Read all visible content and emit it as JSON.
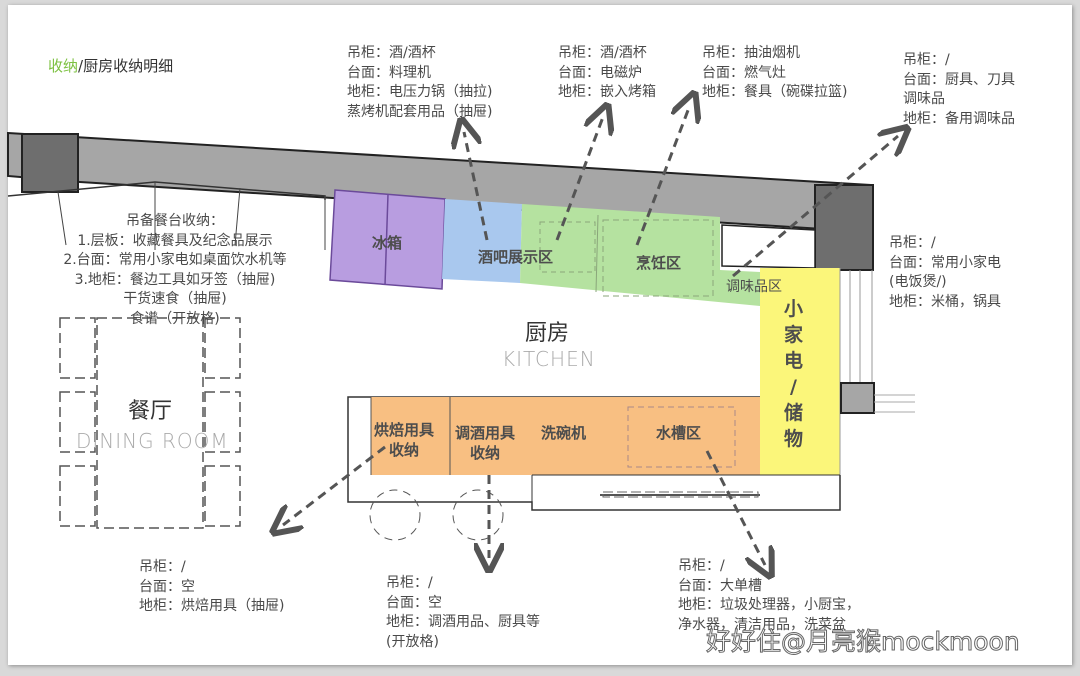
{
  "title": {
    "accent": "收纳",
    "rest": "/厨房收纳明细"
  },
  "rooms": {
    "kitchen": {
      "cn": "厨房",
      "en": "KITCHEN"
    },
    "dining": {
      "cn": "餐厅",
      "en": "DINING ROOM"
    }
  },
  "zones": {
    "fridge": "冰箱",
    "bar_display": "酒吧展示区",
    "cooking": "烹饪区",
    "seasoning": "调味品区",
    "appliance_storage": [
      "小",
      "家",
      "电",
      "/",
      "储",
      "物"
    ],
    "baking_storage": [
      "烘焙用具",
      "收纳"
    ],
    "bar_tools_storage": [
      "调酒用具",
      "收纳"
    ],
    "dishwasher": "洗碗机",
    "sink": "水槽区"
  },
  "dining_note": {
    "lines": [
      "吊备餐台收纳：",
      "1.层板：收藏餐具及纪念品展示",
      "2.台面：常用小家电如桌面饮水机等",
      "3.地柜：餐边工具如牙签（抽屉)",
      "干货速食（抽屉)",
      "食谱（开放格)"
    ]
  },
  "callouts": {
    "bar_display": [
      "吊柜：酒/酒杯",
      "台面：料理机",
      "地柜：电压力锅（抽拉)",
      "蒸烤机配套用品（抽屉)"
    ],
    "bar_display_2": [
      "吊柜：酒/酒杯",
      "台面：电磁炉",
      "地柜：嵌入烤箱"
    ],
    "cooking": [
      "吊柜：抽油烟机",
      "台面：燃气灶",
      "地柜：餐具（碗碟拉篮)"
    ],
    "seasoning": [
      "吊柜：/",
      "台面：厨具、刀具",
      "调味品",
      "地柜：备用调味品"
    ],
    "appliance": [
      "吊柜：/",
      "台面：常用小家电",
      "  (电饭煲/)",
      "地柜：米桶，锅具"
    ],
    "baking": [
      "吊柜：/",
      "台面：空",
      "地柜：烘焙用具（抽屉)"
    ],
    "bar_tools": [
      "吊柜：/",
      "台面：空",
      "地柜：调酒用品、厨具等",
      " (开放格)"
    ],
    "sink": [
      "吊柜：/",
      "台面：大单槽",
      "地柜：垃圾处理器，小厨宝，",
      "净水器，清洁用品，洗菜盆"
    ]
  },
  "watermark": "好好住@月亮猴mockmoon",
  "colors": {
    "accent_green": "#7dc142",
    "fridge": "#b89de0",
    "bar": "#a9c8ee",
    "cook": "#b5e2a0",
    "appliance": "#fbf67a",
    "lower_counter": "#f8bf82",
    "wall": "#a6a6a6",
    "column": "#6e6e6e"
  }
}
